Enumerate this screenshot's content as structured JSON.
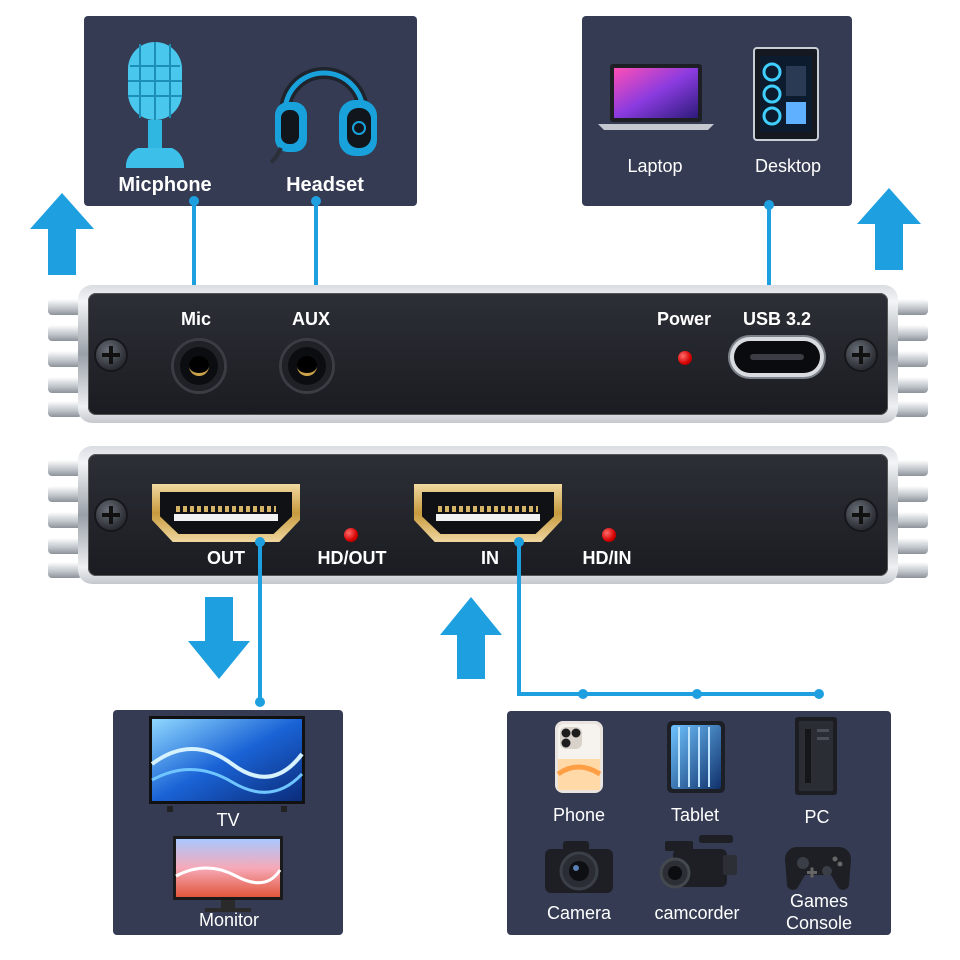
{
  "top_left_panel": {
    "labels": [
      "Micphone",
      "Headset"
    ]
  },
  "top_right_panel": {
    "labels": [
      "Laptop",
      "Desktop"
    ]
  },
  "port_labels": {
    "mic": "Mic",
    "aux": "AUX",
    "power": "Power",
    "usb": "USB 3.2",
    "out": "OUT",
    "hd_out": "HD/OUT",
    "in": "IN",
    "hd_in": "HD/IN"
  },
  "bottom_left_panel": {
    "labels": [
      "TV",
      "Monitor"
    ]
  },
  "bottom_right_panel": {
    "labels": [
      "Phone",
      "Tablet",
      "PC",
      "Camera",
      "camcorder",
      "Games",
      "Console"
    ]
  },
  "colors": {
    "panel": "#343b52",
    "accent": "#1ea0e0",
    "led": "#e00000"
  }
}
